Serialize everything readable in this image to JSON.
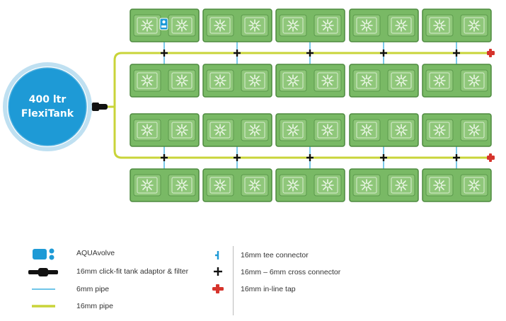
{
  "tank": {
    "line1": "400 ltr",
    "line2": "FlexiTank"
  },
  "layout": {
    "row_groups": 2,
    "rows_per_group": 2,
    "units_per_row": 5,
    "pots_per_unit": 2,
    "aquavalve_position": "top row, first unit"
  },
  "legend": {
    "left": [
      {
        "icon": "aquavalve-icon",
        "label": "AQUAvolve"
      },
      {
        "icon": "tank-adaptor-filter-icon",
        "label": "16mm click-fit tank adaptor & filter"
      },
      {
        "icon": "6mm-pipe-icon",
        "label": "6mm pipe"
      },
      {
        "icon": "16mm-pipe-icon",
        "label": "16mm pipe"
      }
    ],
    "right": [
      {
        "icon": "tee-connector-icon",
        "label": "16mm tee connector"
      },
      {
        "icon": "cross-connector-icon",
        "label": "16mm – 6mm cross connector"
      },
      {
        "icon": "inline-tap-icon",
        "label": "16mm in-line tap"
      }
    ]
  },
  "colors": {
    "tank": "#1e9ad6",
    "tank_ring": "#bfe0f1",
    "pipe_16mm": "#c9d439",
    "pipe_6mm": "#5bbde4",
    "tray_fill": "#79b965",
    "tray_border": "#4d8a3f",
    "pot_fill": "#8fc77a",
    "tap": "#d6342c",
    "connector": "#111111"
  }
}
